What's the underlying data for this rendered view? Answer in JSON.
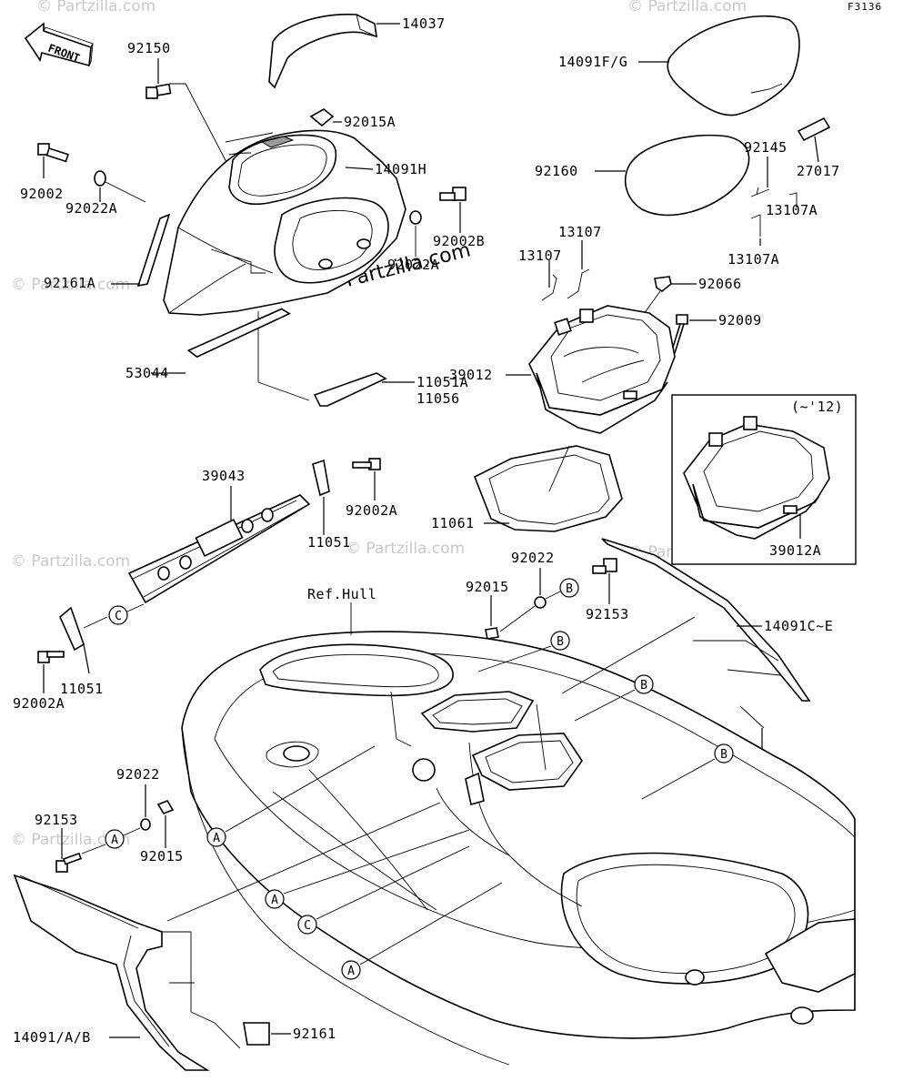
{
  "figure_code": "F3136",
  "front_label": "FRONT",
  "watermark": "© Partzilla.com",
  "inset_label": "(~'12)",
  "ref_label": "Ref.Hull",
  "parts": {
    "p14037": "14037",
    "p14091FG": "14091F/G",
    "p92150": "92150",
    "p92015A": "92015A",
    "p14091H": "14091H",
    "p92002": "92002",
    "p92022A": "92022A",
    "p92002B": "92002B",
    "p92022A_2": "92022A",
    "p92161A": "92161A",
    "p92145": "92145",
    "p27017": "27017",
    "p92160": "92160",
    "p13107A": "13107A",
    "p13107A_2": "13107A",
    "p13107_1": "13107",
    "p13107_2": "13107",
    "p92066": "92066",
    "p92009": "92009",
    "p39012": "39012",
    "p53044": "53044",
    "p11051A": "11051A",
    "p11056": "11056",
    "p39043": "39043",
    "p92002A": "92002A",
    "p11051": "11051",
    "p11061": "11061",
    "p39012A": "39012A",
    "p92022": "92022",
    "p92015": "92015",
    "p92153": "92153",
    "p14091CE": "14091C~E",
    "p11051_2": "11051",
    "p92002A_2": "92002A",
    "p92161": "92161",
    "p92022_2": "92022",
    "p92153_2": "92153",
    "p92015_2": "92015",
    "p14091AB": "14091/A/B",
    "p92161_2": "92161"
  },
  "refs": {
    "A": "A",
    "B": "B",
    "C": "C"
  }
}
